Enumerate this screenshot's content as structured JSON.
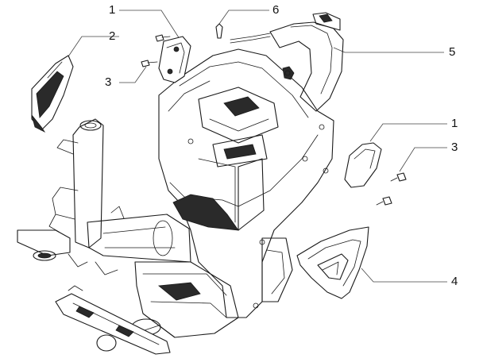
{
  "callouts": [
    {
      "id": "c1a",
      "label": "1"
    },
    {
      "id": "c2",
      "label": "2"
    },
    {
      "id": "c3a",
      "label": "3"
    },
    {
      "id": "c6",
      "label": "6"
    },
    {
      "id": "c5",
      "label": "5"
    },
    {
      "id": "c1b",
      "label": "1"
    },
    {
      "id": "c3b",
      "label": "3"
    },
    {
      "id": "c4",
      "label": "4"
    }
  ]
}
